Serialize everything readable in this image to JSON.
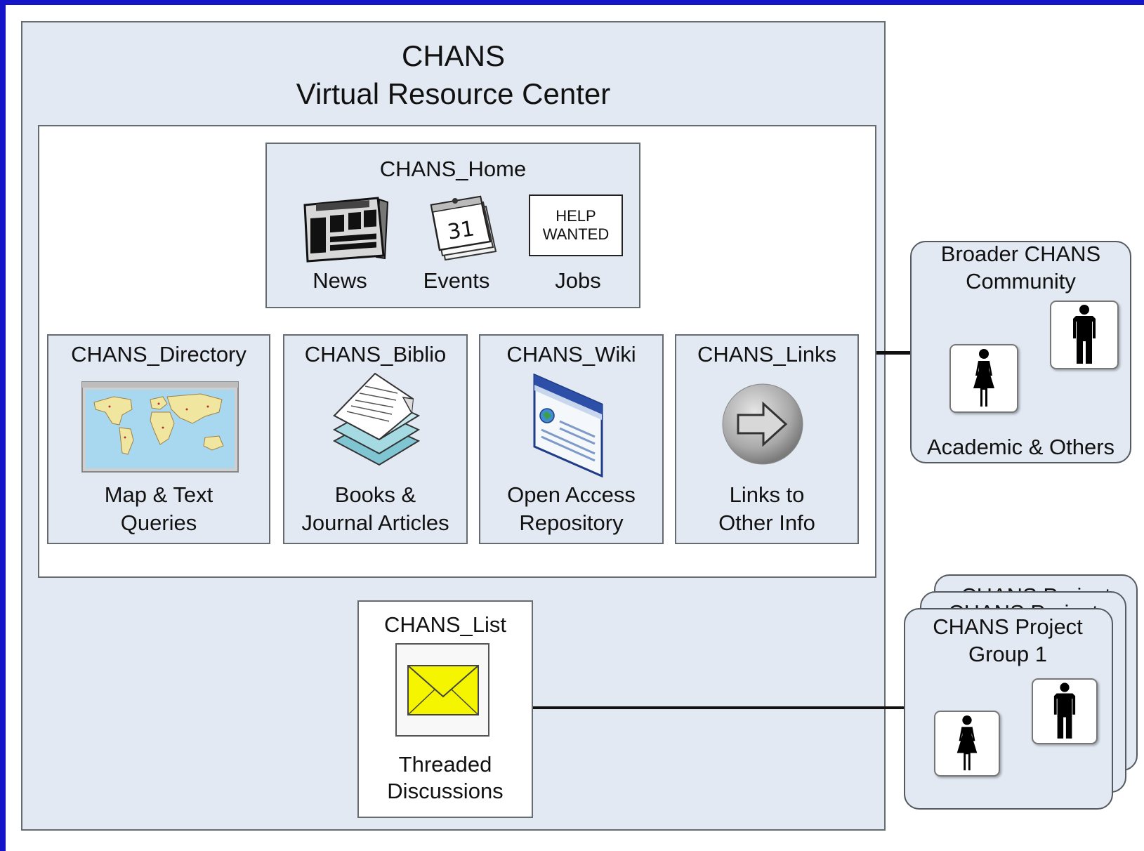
{
  "title": {
    "line1": "CHANS",
    "line2": "Virtual Resource Center"
  },
  "home": {
    "title": "CHANS_Home",
    "items": [
      {
        "label": "News",
        "icon": "newspaper-icon"
      },
      {
        "label": "Events",
        "icon": "calendar-icon",
        "date": "31"
      },
      {
        "label": "Jobs",
        "icon": "help-wanted-sign-icon",
        "sign_line1": "HELP",
        "sign_line2": "WANTED"
      }
    ]
  },
  "modules": [
    {
      "title": "CHANS_Directory",
      "icon": "world-map-icon",
      "line1": "Map & Text",
      "line2": "Queries"
    },
    {
      "title": "CHANS_Biblio",
      "icon": "document-stack-icon",
      "line1": "Books &",
      "line2": "Journal Articles"
    },
    {
      "title": "CHANS_Wiki",
      "icon": "web-page-icon",
      "line1": "Open Access",
      "line2": "Repository"
    },
    {
      "title": "CHANS_Links",
      "icon": "arrow-circle-icon",
      "line1": "Links to",
      "line2": "Other Info"
    }
  ],
  "list": {
    "title": "CHANS_List",
    "icon": "envelope-icon",
    "line1": "Threaded",
    "line2": "Discussions"
  },
  "community": {
    "line1": "Broader CHANS",
    "line2": "Community",
    "footer": "Academic & Others"
  },
  "project": {
    "line1": "CHANS Project",
    "line2": "Group 1",
    "stacked_hint": "CHANS Project"
  },
  "colors": {
    "frame": "#1414c8",
    "panel": "#e3e9f3",
    "envelope": "#f5f500",
    "map_water": "#a8d8f0",
    "map_land": "#f0e6a0"
  }
}
